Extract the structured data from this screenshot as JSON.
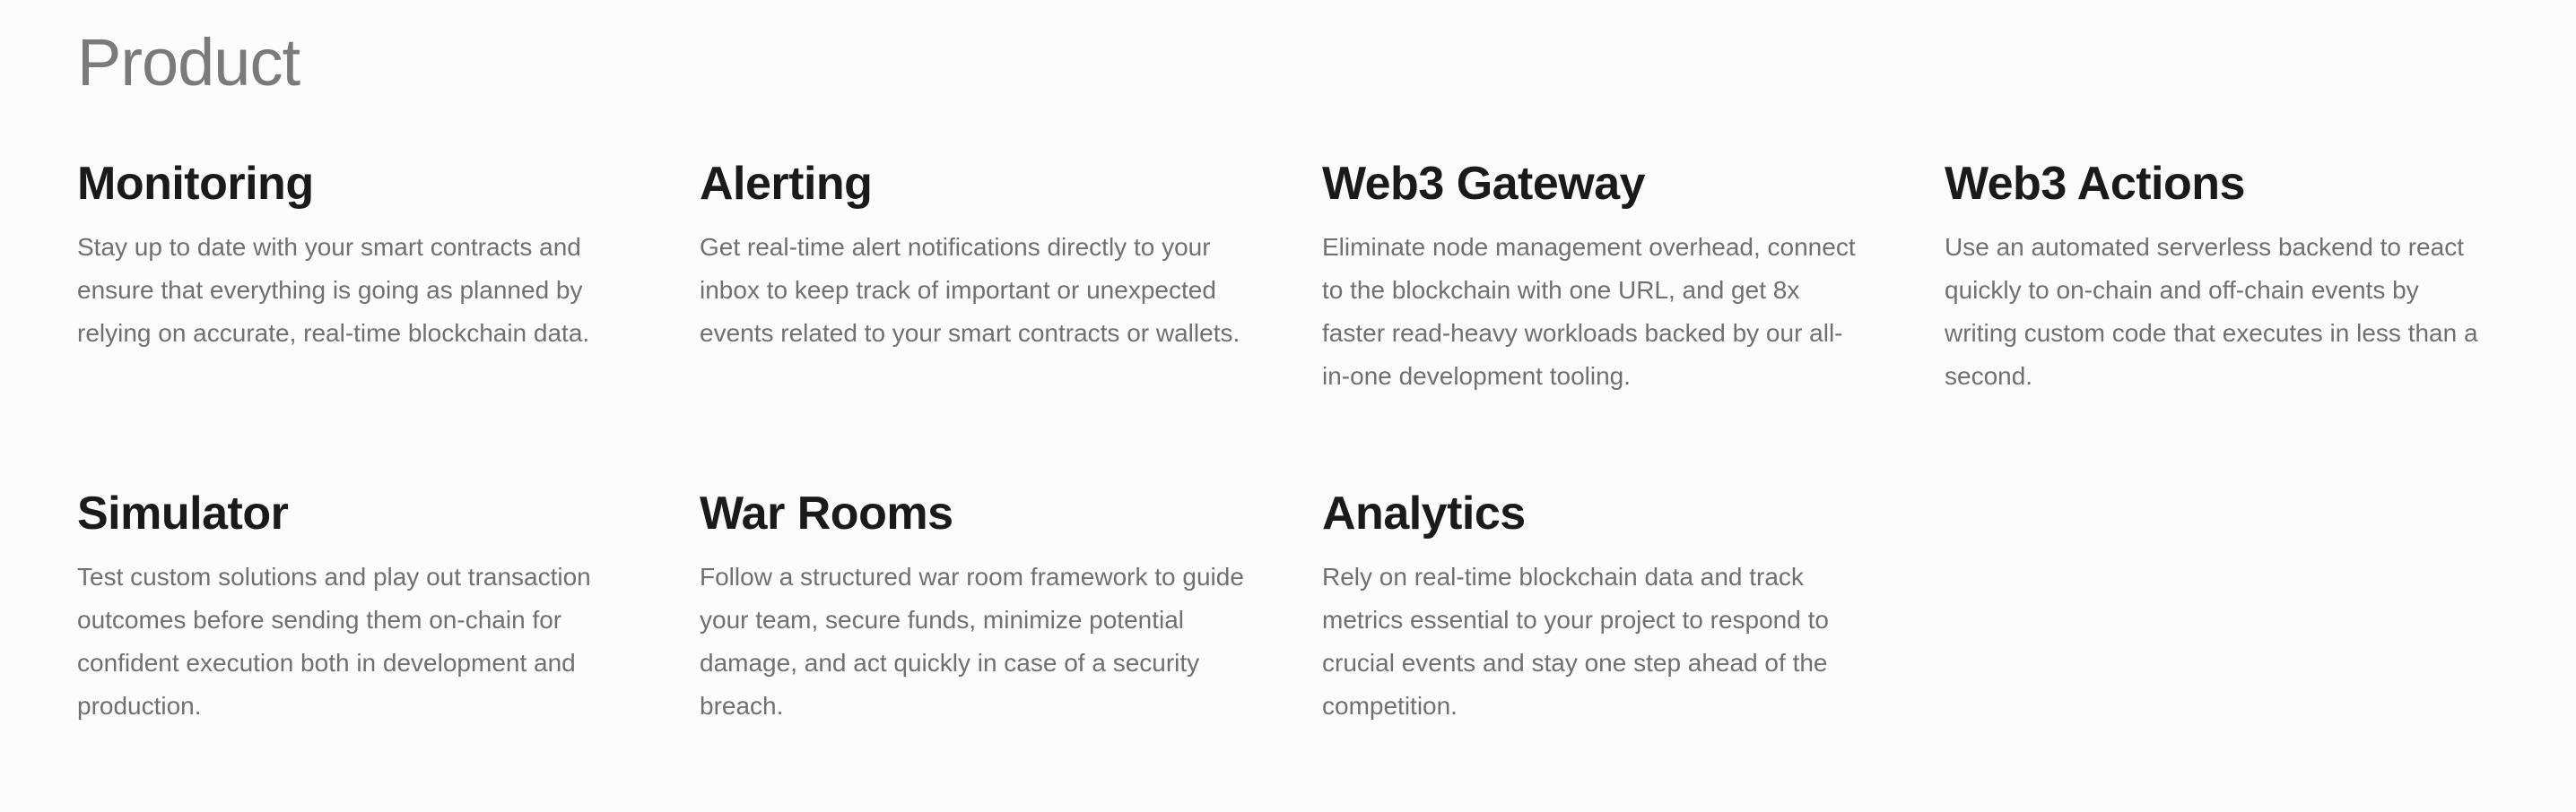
{
  "section": {
    "title": "Product"
  },
  "products": [
    {
      "title": "Monitoring",
      "description": "Stay up to date with your smart contracts and ensure that everything is going as planned by relying on accurate, real-time blockchain data."
    },
    {
      "title": "Alerting",
      "description": "Get real-time alert notifications directly to your inbox to keep track of important or unexpected events related to your smart contracts or wallets."
    },
    {
      "title": "Web3 Gateway",
      "description": "Eliminate node management overhead, connect to the blockchain with one URL, and get 8x faster read-heavy workloads backed by our all-in-one development tooling."
    },
    {
      "title": "Web3 Actions",
      "description": "Use an automated serverless backend to react quickly to on-chain and off-chain events by writing custom code that executes in less than a second."
    },
    {
      "title": "Simulator",
      "description": "Test custom solutions and play out transaction outcomes before sending them on-chain for confident execution both in development and production."
    },
    {
      "title": "War Rooms",
      "description": "Follow a structured war room framework to guide your team, secure funds, minimize potential damage, and act quickly in case of a security breach."
    },
    {
      "title": "Analytics",
      "description": "Rely on real-time blockchain data and track metrics essential to your project to respond to crucial events and stay one step ahead of the competition."
    }
  ]
}
